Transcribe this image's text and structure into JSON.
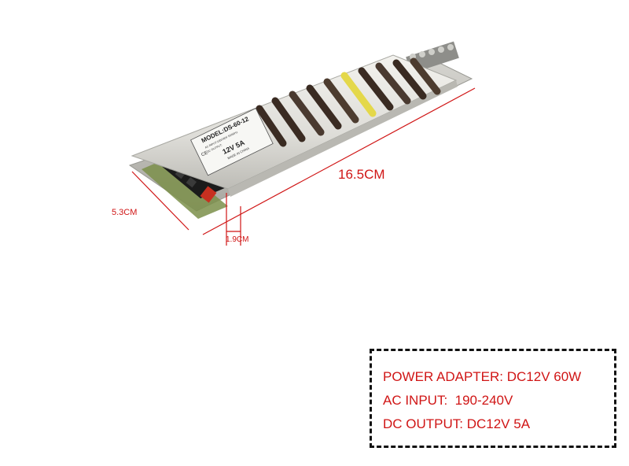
{
  "product": {
    "label_lines": [
      "MODEL:DS-60-12",
      "AC INPUT:100/240V 50/60Hz",
      "DC OUTPUT:",
      "12V 5A",
      "MADE IN CHINA"
    ],
    "cert_mark": "CE"
  },
  "dimensions": {
    "length": "16.5CM",
    "width": "5.3CM",
    "height": "1.9CM"
  },
  "specs": [
    "POWER ADAPTER: DC12V 60W",
    "AC INPUT:  190-240V",
    "DC OUTPUT: DC12V 5A"
  ],
  "colors": {
    "accent": "#d01515",
    "casing": "#e6e6e2",
    "border": "#111111"
  }
}
